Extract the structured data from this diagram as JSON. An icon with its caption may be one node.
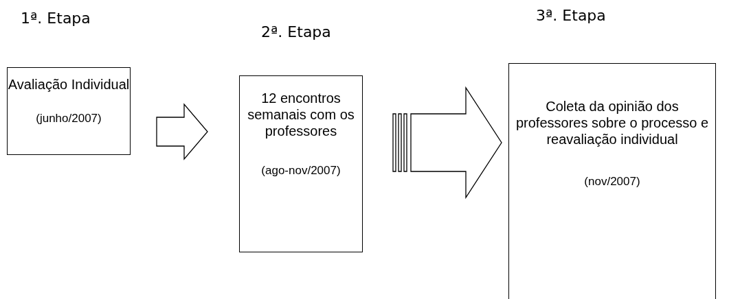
{
  "diagram": {
    "nodes": [
      {
        "text": [
          "Avaliação Individual",
          "(junho/2007)"
        ]
      },
      {
        "text": [
          "12 encontros semanais com os professores",
          "(ago-nov/2007)"
        ]
      },
      {
        "text": [
          "Coleta da opinião dos professores sobre o processo e reavaliação individual",
          "(nov/2007)"
        ]
      }
    ],
    "edges": [
      {
        "from": 0,
        "to": 1,
        "arrow": "to"
      },
      {
        "from": 1,
        "to": 2,
        "arrow": "to"
      }
    ],
    "labels": [
      "1ª. Etapa",
      "2ª. Etapa",
      "3ª. Etapa"
    ]
  }
}
